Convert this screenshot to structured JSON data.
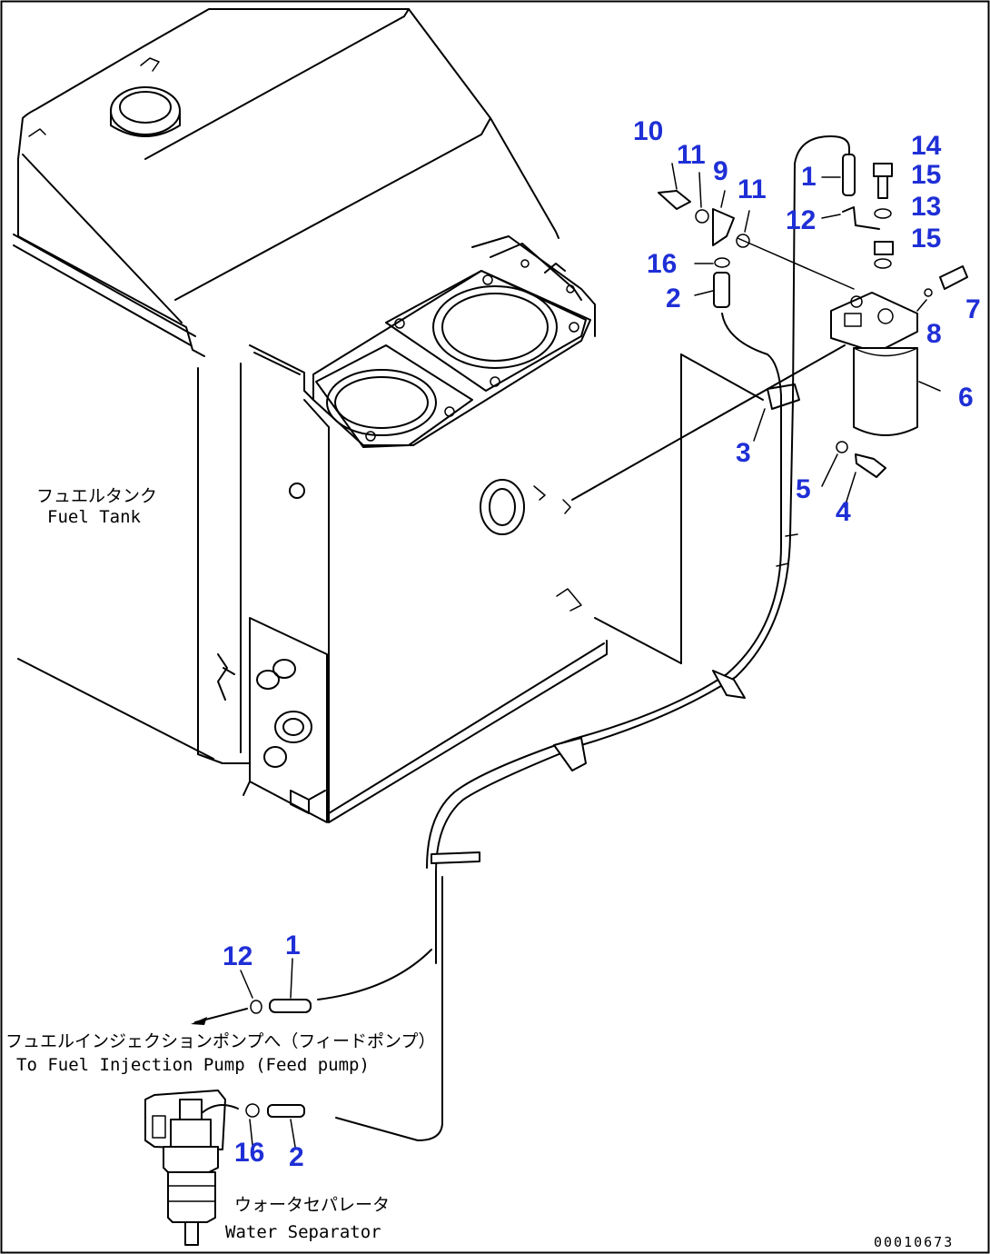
{
  "labels": {
    "fuel_tank_jp": "フュエルタンク",
    "fuel_tank_en": "Fuel Tank",
    "pump_jp": "フュエルインジェクションポンプへ（フィードポンプ）",
    "pump_en": "To Fuel Injection Pump (Feed pump)",
    "separator_jp": "ウォータセパレータ",
    "separator_en": "Water Separator"
  },
  "drawing_code": "00010673",
  "callouts": {
    "c10": "10",
    "c11a": "11",
    "c9": "9",
    "c11b": "11",
    "c1a": "1",
    "c14": "14",
    "c15a": "15",
    "c13": "13",
    "c12a": "12",
    "c15b": "15",
    "c16a": "16",
    "c2a": "2",
    "c7": "7",
    "c8": "8",
    "c6": "6",
    "c3": "3",
    "c5": "5",
    "c4": "4",
    "c12b": "12",
    "c1b": "1",
    "c16b": "16",
    "c2b": "2"
  },
  "colors": {
    "callout": "#1f2fd6",
    "line": "#000000",
    "background": "#ffffff"
  }
}
